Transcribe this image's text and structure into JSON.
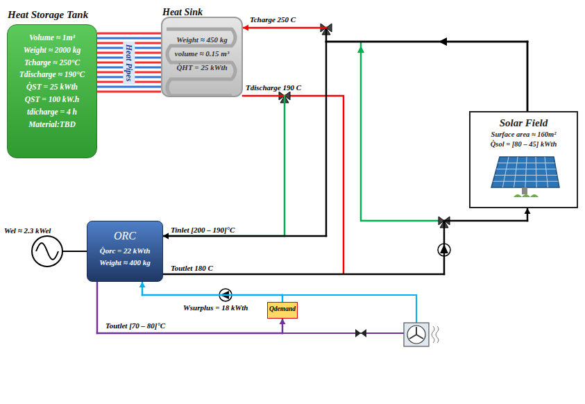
{
  "diagram": {
    "nodes": [
      {
        "text": [
          "Heat Storage Tank",
          "Volume ≈ 1m³",
          "Weight ≈ 2000 kg",
          "Tcharge ≈ 250°C",
          "Tdischarge ≈ 190°C",
          "Q̇ST = 25 kWth",
          "QST = 100 kW.h",
          "tdicharge = 4 h",
          "Material:TBD"
        ]
      },
      {
        "text": [
          "Heat Sink",
          "Weight ≈ 450 kg",
          "volume ≈ 0.15 m³",
          "Q̇HT = 25 kWth"
        ]
      },
      {
        "text": [
          "Solar Field",
          "Surface area ≈ 160m²",
          "Q̇sol = [80 – 45] kWth"
        ]
      },
      {
        "text": [
          "ORC",
          "Q̇orc = 22 kWth",
          "Weight ≈ 400 kg"
        ]
      },
      {
        "text": [
          "Qdemand"
        ]
      }
    ],
    "edges": [
      {
        "from": 0,
        "to": 1,
        "arrow": "none",
        "label": "Heat Pipes"
      },
      {
        "from": 2,
        "to": 1,
        "arrow": "to"
      },
      {
        "from": 1,
        "to": 3,
        "arrow": "to"
      },
      {
        "from": 2,
        "to": 3,
        "arrow": "to"
      },
      {
        "from": 3,
        "to": 2,
        "arrow": "to"
      },
      {
        "from": 3,
        "to": 4,
        "arrow": "to"
      },
      {
        "from": 4,
        "to": 3,
        "arrow": "to"
      }
    ],
    "labels": [
      "Tcharge 250 C",
      "Tdischarge 190 C",
      "Wel ≈ 2.3 kWel",
      "Tinlet [200 – 190]°C",
      "Toutlet 180 C",
      "Wsurplus = 18 kWth",
      "Toutlet [70 – 80]°C"
    ]
  }
}
